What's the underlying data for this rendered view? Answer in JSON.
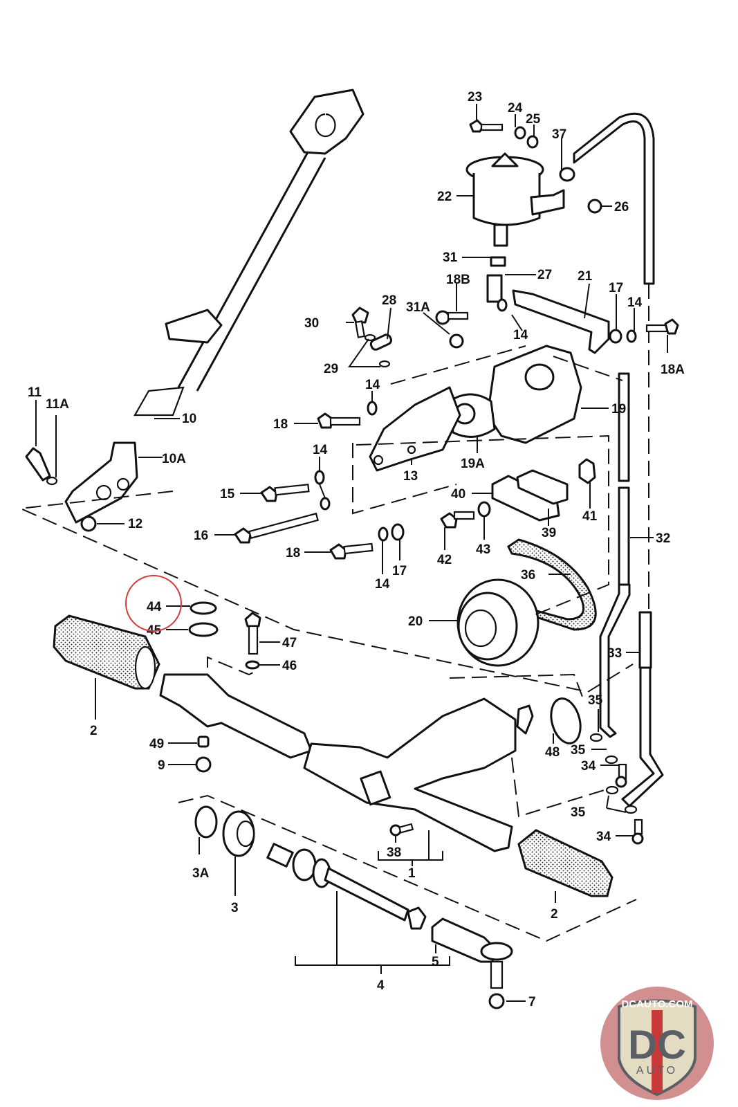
{
  "diagram": {
    "title": "Power steering rack, steering shaft and pump exploded parts diagram",
    "highlight": {
      "label": "44",
      "color": "#d33a3a"
    },
    "labels": {
      "p1": "1",
      "p2a": "2",
      "p2b": "2",
      "p3": "3",
      "p3a": "3A",
      "p4": "4",
      "p5": "5",
      "p7": "7",
      "p9": "9",
      "p10": "10",
      "p10a": "10A",
      "p11": "11",
      "p11a": "11A",
      "p12": "12",
      "p13": "13",
      "p14a": "14",
      "p14b": "14",
      "p14c": "14",
      "p14d": "14",
      "p14e": "14",
      "p15": "15",
      "p16": "16",
      "p17a": "17",
      "p17b": "17",
      "p18a": "18",
      "p18b": "18",
      "p18A": "18A",
      "p18B": "18B",
      "p19": "19",
      "p19a": "19A",
      "p20": "20",
      "p21": "21",
      "p22": "22",
      "p23": "23",
      "p24": "24",
      "p25": "25",
      "p26": "26",
      "p27": "27",
      "p28": "28",
      "p29": "29",
      "p30": "30",
      "p31": "31",
      "p31a": "31A",
      "p32": "32",
      "p33": "33",
      "p34a": "34",
      "p34b": "34",
      "p35a": "35",
      "p35b": "35",
      "p35c": "35",
      "p36": "36",
      "p37": "37",
      "p38": "38",
      "p39": "39",
      "p40": "40",
      "p41": "41",
      "p42": "42",
      "p43": "43",
      "p44": "44",
      "p45": "45",
      "p46": "46",
      "p47": "47",
      "p48": "48",
      "p49": "49"
    }
  },
  "watermark": {
    "site": "DCAUTO.COM",
    "initials": "DC",
    "word": "AUTO",
    "colors": {
      "badge_bg": "#c97b7b",
      "shield_fill": "#e4dcc2",
      "shield_stroke": "#5a5f66",
      "stripe": "#c8393a",
      "text": "#5a5f66"
    }
  }
}
